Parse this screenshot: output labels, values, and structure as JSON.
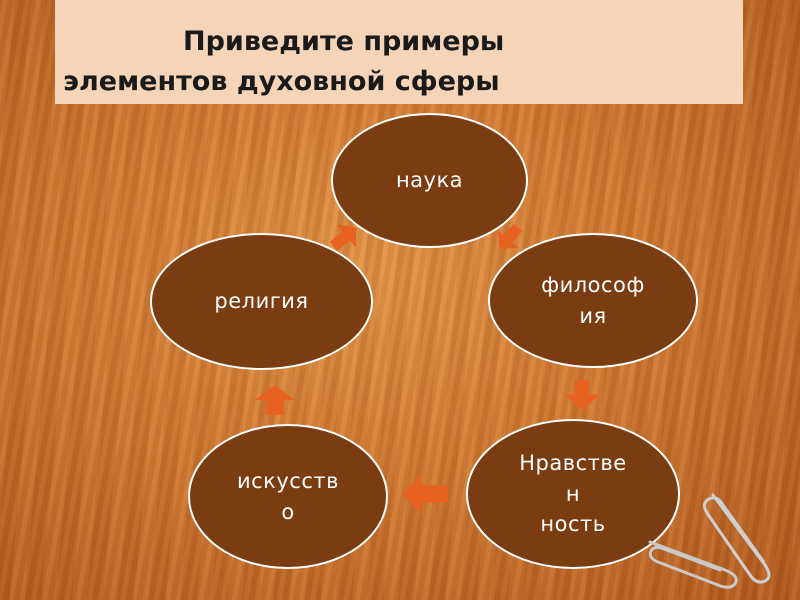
{
  "title": {
    "line1": "Приведите примеры",
    "line2": "элементов духовной сферы"
  },
  "nodes": {
    "science": "наука",
    "philosophy_1": "философ",
    "philosophy_2": "ия",
    "morality_1": "Нравстве",
    "morality_2": "н",
    "morality_3": "ность",
    "art_1": "искусств",
    "art_2": "о",
    "religion": "религия"
  },
  "colors": {
    "node_fill": "#7a3c10",
    "arrow": "#e8621f",
    "title_bg": "#f5d4b8"
  },
  "icons": [
    "paperclip-icon",
    "paperclip-icon"
  ]
}
